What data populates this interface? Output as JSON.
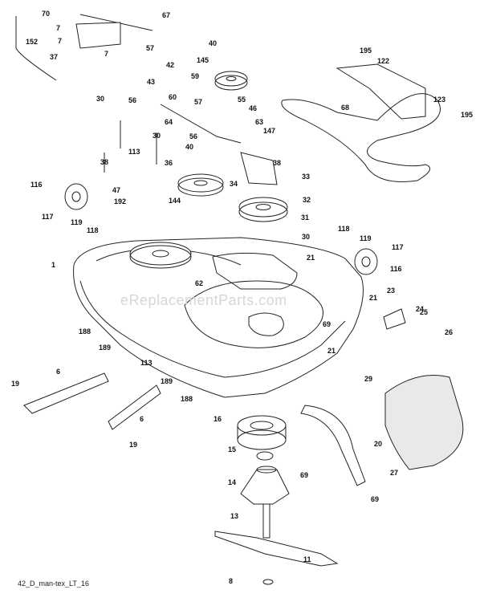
{
  "caption": "42_D_man-tex_LT_16",
  "watermark": "eReplacementParts.com",
  "callouts": [
    "70",
    "7",
    "7",
    "7",
    "152",
    "37",
    "67",
    "57",
    "42",
    "40",
    "145",
    "59",
    "43",
    "56",
    "60",
    "30",
    "57",
    "55",
    "46",
    "64",
    "63",
    "147",
    "40",
    "56",
    "36",
    "30",
    "113",
    "38",
    "116",
    "47",
    "192",
    "144",
    "34",
    "38",
    "33",
    "32",
    "117",
    "119",
    "118",
    "31",
    "30",
    "118",
    "119",
    "117",
    "116",
    "1",
    "62",
    "21",
    "21",
    "23",
    "24",
    "25",
    "188",
    "189",
    "113",
    "189",
    "188",
    "69",
    "21",
    "26",
    "6",
    "19",
    "6",
    "19",
    "16",
    "29",
    "20",
    "27",
    "15",
    "69",
    "69",
    "14",
    "13",
    "11",
    "8",
    "195",
    "122",
    "68",
    "123",
    "195"
  ],
  "colors": {
    "line": "#222222",
    "fill": "#ffffff",
    "shade": "#e9e9e9"
  }
}
